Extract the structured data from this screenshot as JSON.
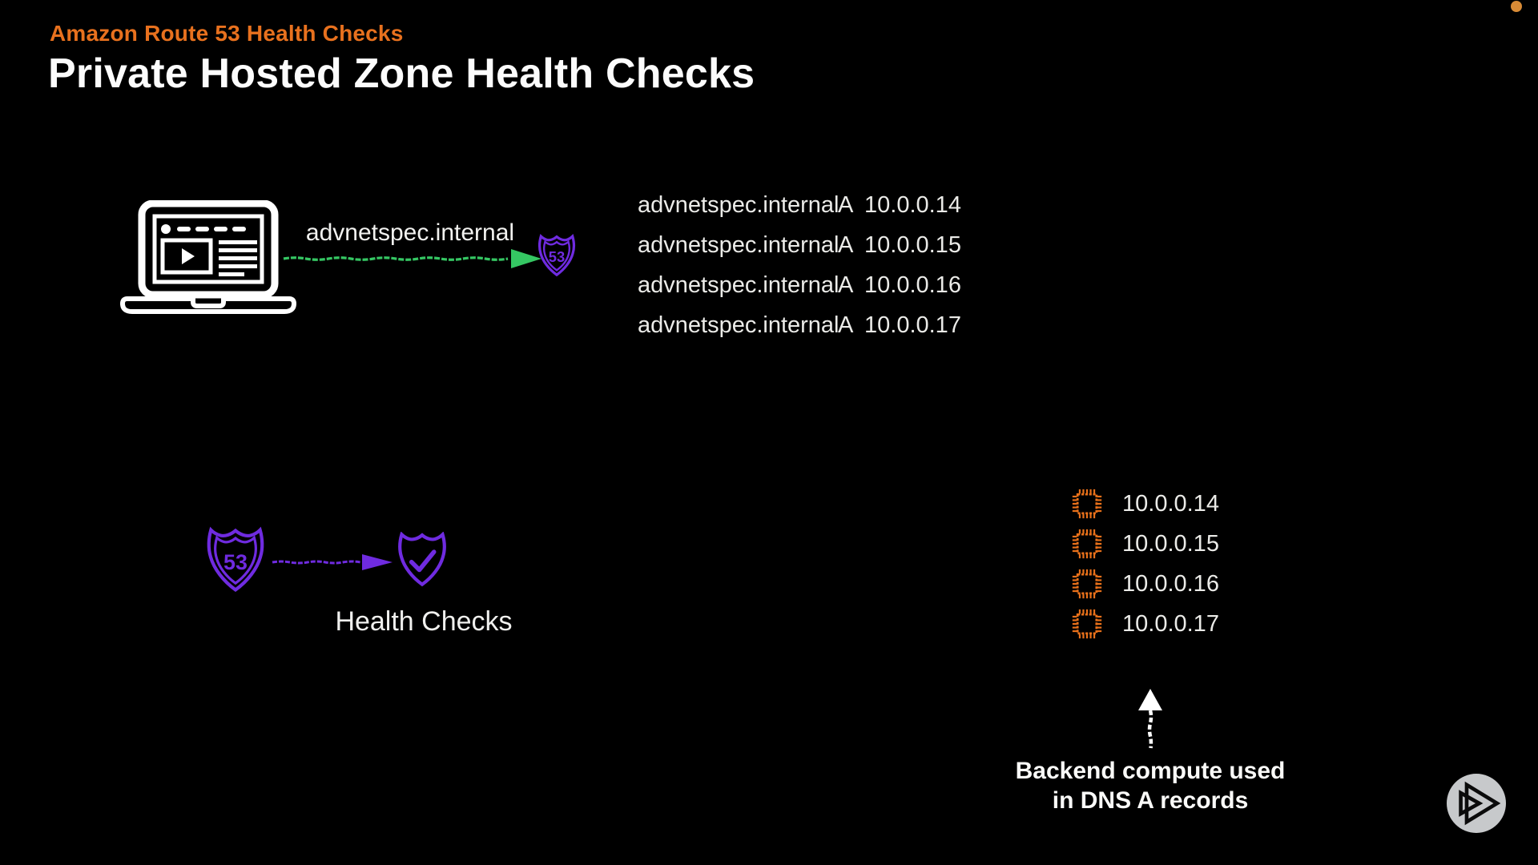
{
  "header": {
    "kicker": "Amazon Route 53 Health Checks",
    "title": "Private Hosted Zone Health Checks"
  },
  "dns_query": {
    "domain": "advnetspec.internal",
    "client_icon": "laptop-icon",
    "resolver_icon": "route53-shield-icon"
  },
  "dns_records": [
    {
      "name": "advnetspec.internal",
      "type": "A",
      "value": "10.0.0.14"
    },
    {
      "name": "advnetspec.internal",
      "type": "A",
      "value": "10.0.0.15"
    },
    {
      "name": "advnetspec.internal",
      "type": "A",
      "value": "10.0.0.16"
    },
    {
      "name": "advnetspec.internal",
      "type": "A",
      "value": "10.0.0.17"
    }
  ],
  "health_checks": {
    "label": "Health Checks"
  },
  "backend": {
    "hosts": [
      "10.0.0.14",
      "10.0.0.15",
      "10.0.0.16",
      "10.0.0.17"
    ],
    "caption": [
      "Backend compute used",
      "in DNS A records"
    ]
  },
  "icons": {
    "route53_badge": "53"
  },
  "colors": {
    "background": "#000000",
    "kicker_orange": "#E8711E",
    "title_white": "#FCFCFC",
    "text": "#ECECEA",
    "purple": "#6F2BE0",
    "green": "#35C763",
    "chip_orange": "#E8701A",
    "ps_button_bg": "#C7C9CB",
    "dot_orange": "#D88B36"
  }
}
